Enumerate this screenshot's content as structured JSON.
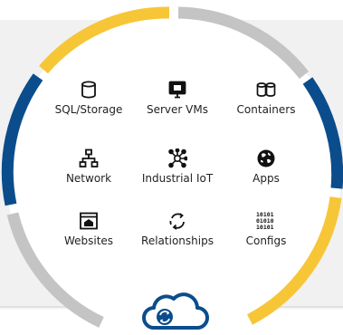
{
  "colors": {
    "blue": "#0b4d8c",
    "yellow": "#f7c637",
    "gray": "#c4c4c4",
    "band": "#f1f1f1"
  },
  "items": [
    {
      "label": "SQL/Storage",
      "icon": "database-icon"
    },
    {
      "label": "Server VMs",
      "icon": "server-monitor-icon"
    },
    {
      "label": "Containers",
      "icon": "containers-icon"
    },
    {
      "label": "Network",
      "icon": "network-icon"
    },
    {
      "label": "Industrial IoT",
      "icon": "iot-hub-icon"
    },
    {
      "label": "Apps",
      "icon": "apps-globe-icon"
    },
    {
      "label": "Websites",
      "icon": "website-icon"
    },
    {
      "label": "Relationships",
      "icon": "relationships-cycle-icon"
    },
    {
      "label": "Configs",
      "icon": "binary-config-icon"
    }
  ],
  "center_icon": "cloud-sync-icon"
}
